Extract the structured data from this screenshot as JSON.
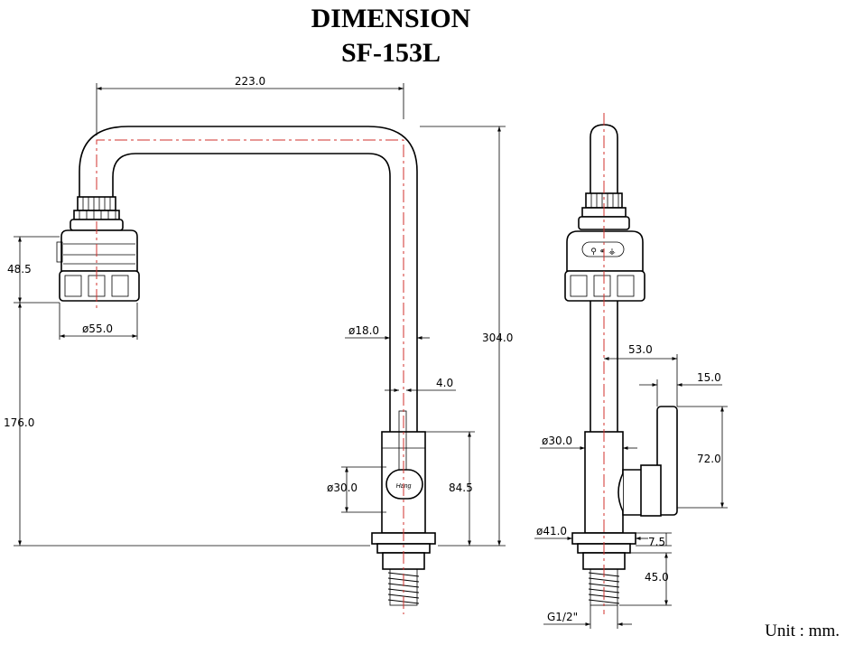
{
  "title": {
    "line1": "DIMENSION",
    "line2": "SF-153L"
  },
  "unit": "Unit : mm.",
  "front_view": {
    "spout_width": "223.0",
    "aerator_height": "48.5",
    "aerator_diameter": "ø55.0",
    "pipe_diameter": "ø18.0",
    "handle_gap": "4.0",
    "total_height": "304.0",
    "spout_height": "176.0",
    "body_diameter": "ø30.0",
    "body_height": "84.5",
    "handle_logo": "Hang"
  },
  "side_view": {
    "handle_offset": "53.0",
    "handle_width": "15.0",
    "handle_height": "72.0",
    "body_diameter": "ø30.0",
    "base_diameter": "ø41.0",
    "base_height": "7.5",
    "thread_length": "45.0",
    "thread_spec": "G1/2\""
  },
  "colors": {
    "line": "#000000",
    "centerline": "#d0302c",
    "background": "#ffffff"
  }
}
